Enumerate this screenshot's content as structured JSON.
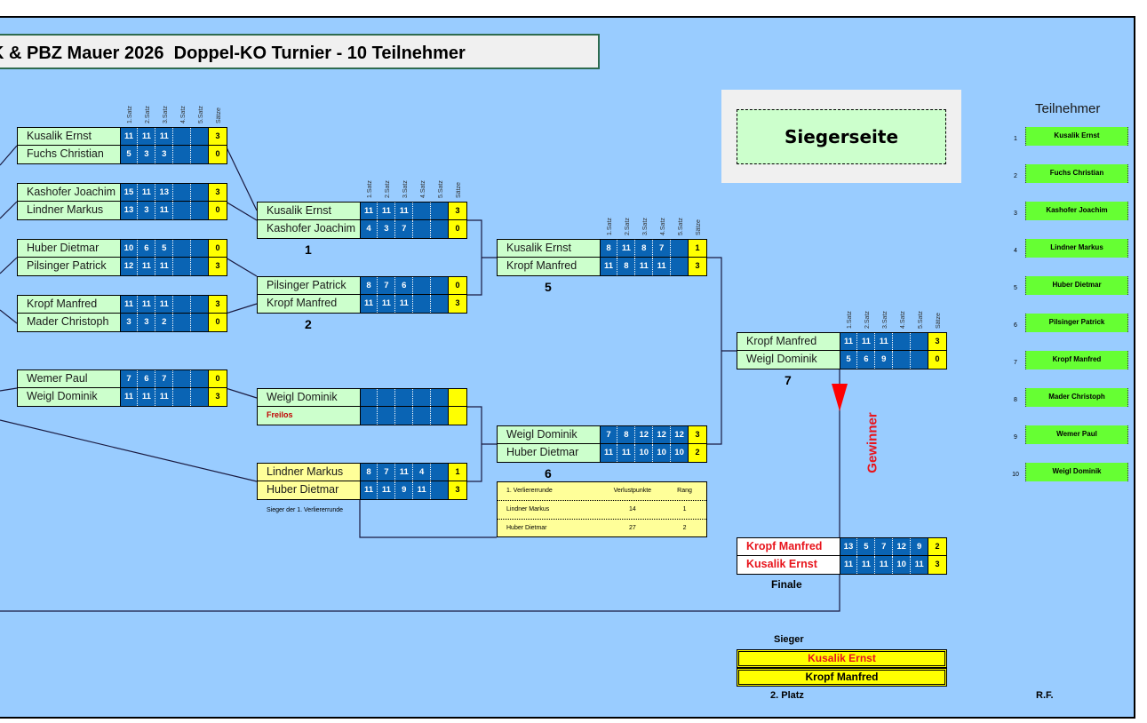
{
  "title": "K & PBZ Mauer 2026  Doppel-KO Turnier - 10 Teilnehmer",
  "set_headers": [
    "1.Satz",
    "2.Satz",
    "3.Satz",
    "4.Satz",
    "5.Satz",
    "Sätze"
  ],
  "colors": {
    "background": "#99ccff",
    "name_cell": "#ccffcc",
    "loser_cell": "#ffff99",
    "score_cell": "#0a64b4",
    "sets_cell": "#ffff00",
    "participant": "#66ff33",
    "highlight_red": "#e8141c"
  },
  "matches": [
    {
      "id": "r1-1",
      "label": "",
      "players": [
        {
          "name": "Kusalik Ernst",
          "scores": [
            "11",
            "11",
            "11",
            "",
            ""
          ],
          "sets": "3"
        },
        {
          "name": "Fuchs Christian",
          "scores": [
            "5",
            "3",
            "3",
            "",
            ""
          ],
          "sets": "0"
        }
      ]
    },
    {
      "id": "r1-2",
      "label": "",
      "players": [
        {
          "name": "Kashofer Joachim",
          "scores": [
            "15",
            "11",
            "13",
            "",
            ""
          ],
          "sets": "3"
        },
        {
          "name": "Lindner Markus",
          "scores": [
            "13",
            "3",
            "11",
            "",
            ""
          ],
          "sets": "0"
        }
      ]
    },
    {
      "id": "r1-3",
      "label": "",
      "players": [
        {
          "name": "Huber Dietmar",
          "scores": [
            "10",
            "6",
            "5",
            "",
            ""
          ],
          "sets": "0"
        },
        {
          "name": "Pilsinger Patrick",
          "scores": [
            "12",
            "11",
            "11",
            "",
            ""
          ],
          "sets": "3"
        }
      ]
    },
    {
      "id": "r1-4",
      "label": "",
      "players": [
        {
          "name": "Kropf Manfred",
          "scores": [
            "11",
            "11",
            "11",
            "",
            ""
          ],
          "sets": "3"
        },
        {
          "name": "Mader Christoph",
          "scores": [
            "3",
            "3",
            "2",
            "",
            ""
          ],
          "sets": "0"
        }
      ]
    },
    {
      "id": "r1-5",
      "label": "",
      "players": [
        {
          "name": "Wemer Paul",
          "scores": [
            "7",
            "6",
            "7",
            "",
            ""
          ],
          "sets": "0"
        },
        {
          "name": "Weigl Dominik",
          "scores": [
            "11",
            "11",
            "11",
            "",
            ""
          ],
          "sets": "3"
        }
      ]
    },
    {
      "id": "m1",
      "label": "1",
      "players": [
        {
          "name": "Kusalik Ernst",
          "scores": [
            "11",
            "11",
            "11",
            "",
            ""
          ],
          "sets": "3"
        },
        {
          "name": "Kashofer Joachim",
          "scores": [
            "4",
            "3",
            "7",
            "",
            ""
          ],
          "sets": "0"
        }
      ]
    },
    {
      "id": "m2",
      "label": "2",
      "players": [
        {
          "name": "Pilsinger Patrick",
          "scores": [
            "8",
            "7",
            "6",
            "",
            ""
          ],
          "sets": "0"
        },
        {
          "name": "Kropf Manfred",
          "scores": [
            "11",
            "11",
            "11",
            "",
            ""
          ],
          "sets": "3"
        }
      ]
    },
    {
      "id": "bye",
      "label": "",
      "players": [
        {
          "name": "Weigl Dominik",
          "scores": [
            "",
            "",
            "",
            "",
            ""
          ],
          "sets": ""
        },
        {
          "name": "Freilos",
          "scores": [
            "",
            "",
            "",
            "",
            ""
          ],
          "sets": ""
        }
      ]
    },
    {
      "id": "loser1",
      "label": "",
      "players": [
        {
          "name": "Lindner Markus",
          "scores": [
            "8",
            "7",
            "11",
            "4",
            ""
          ],
          "sets": "1"
        },
        {
          "name": "Huber Dietmar",
          "scores": [
            "11",
            "11",
            "9",
            "11",
            ""
          ],
          "sets": "3"
        }
      ]
    },
    {
      "id": "m5",
      "label": "5",
      "players": [
        {
          "name": "Kusalik Ernst",
          "scores": [
            "8",
            "11",
            "8",
            "7",
            ""
          ],
          "sets": "1"
        },
        {
          "name": "Kropf Manfred",
          "scores": [
            "11",
            "8",
            "11",
            "11",
            ""
          ],
          "sets": "3"
        }
      ]
    },
    {
      "id": "m6",
      "label": "6",
      "players": [
        {
          "name": "Weigl Dominik",
          "scores": [
            "7",
            "8",
            "12",
            "12",
            "12"
          ],
          "sets": "3"
        },
        {
          "name": "Huber Dietmar",
          "scores": [
            "11",
            "11",
            "10",
            "10",
            "10"
          ],
          "sets": "2"
        }
      ]
    },
    {
      "id": "m7",
      "label": "7",
      "players": [
        {
          "name": "Kropf Manfred",
          "scores": [
            "11",
            "11",
            "11",
            "",
            ""
          ],
          "sets": "3"
        },
        {
          "name": "Weigl Dominik",
          "scores": [
            "5",
            "6",
            "9",
            "",
            ""
          ],
          "sets": "0"
        }
      ]
    },
    {
      "id": "final",
      "label": "Finale",
      "players": [
        {
          "name": "Kropf Manfred",
          "scores": [
            "13",
            "5",
            "7",
            "12",
            "9"
          ],
          "sets": "2"
        },
        {
          "name": "Kusalik Ernst",
          "scores": [
            "11",
            "11",
            "11",
            "10",
            "11"
          ],
          "sets": "3"
        }
      ]
    }
  ],
  "loser_caption": "Sieger der 1. Verliererrunde",
  "loser_table": {
    "headers": [
      "1. Verliererrunde",
      "Verlustpunkte",
      "Rang"
    ],
    "rows": [
      [
        "Lindner Markus",
        "14",
        "1"
      ],
      [
        "Huber Dietmar",
        "27",
        "2"
      ]
    ]
  },
  "siegerseite": "Siegerseite",
  "gewinner": "Gewinner",
  "participants_title": "Teilnehmer",
  "participants": [
    "Kusalik Ernst",
    "Fuchs Christian",
    "Kashofer Joachim",
    "Lindner Markus",
    "Huber Dietmar",
    "Pilsinger Patrick",
    "Kropf Manfred",
    "Mader Christoph",
    "Wemer Paul",
    "Weigl Dominik"
  ],
  "podium": {
    "winner_label": "Sieger",
    "winner": "Kusalik Ernst",
    "second_label": "2. Platz",
    "second": "Kropf Manfred"
  },
  "author": "R.F."
}
